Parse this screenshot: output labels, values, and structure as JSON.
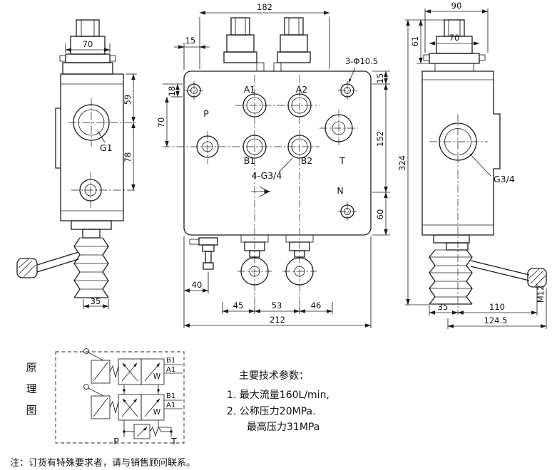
{
  "left_view": {
    "dim_width": "70",
    "dim_top_to_port": "59",
    "dim_port_spacing": "78",
    "dim_boot": "35",
    "port_g1": "G1"
  },
  "front_view": {
    "dim_width_top": "182",
    "dim_offset_top": "15",
    "holes_label": "3-Φ10.5",
    "dim_right_top": "15",
    "dim_right_mid": "152",
    "dim_right_bottom": "60",
    "dim_left_small": "18",
    "dim_left_port": "70",
    "port_a1": "A1",
    "port_a2": "A2",
    "port_p": "P",
    "port_b1": "B1",
    "port_b2": "B2",
    "port_t": "T",
    "port_n": "N",
    "thread_label": "4-G3/4",
    "dim_relief": "40",
    "dim_s1": "45",
    "dim_s2": "53",
    "dim_s3": "46",
    "dim_total": "212"
  },
  "right_view": {
    "dim_width_top": "90",
    "dim_cap_height": "61",
    "dim_cap_width": "70",
    "dim_total_height": "324",
    "port_g34": "G3/4",
    "thread_m12": "M12",
    "dim_boot": "35",
    "dim_handle": "110",
    "dim_total_handle": "124.5"
  },
  "schematic": {
    "title": "原理图",
    "title_chars": [
      "原",
      "理",
      "图"
    ],
    "unit1": {
      "b": "B1",
      "a": "A1",
      "w": "W"
    },
    "unit2": {
      "b": "B1",
      "a": "A1",
      "w": "W"
    },
    "port_p": "P",
    "port_t": "T"
  },
  "parameters": {
    "title": "主要技术参数：",
    "line1": "1. 最大流量160L/min,",
    "line2": "2. 公称压力20MPa.",
    "line3": "最高压力31MPa"
  },
  "note": {
    "text": "注：订货有特殊要求者，请与销售顾问联系。"
  }
}
